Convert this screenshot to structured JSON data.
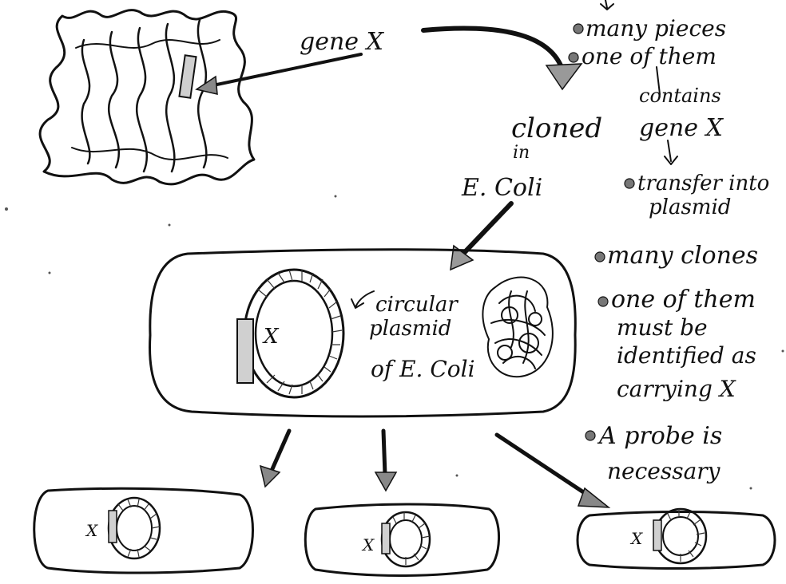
{
  "labels": {
    "gene_x": "gene X",
    "cloned": "cloned",
    "in": "in",
    "e_coli": "E. Coli",
    "circular": "circular",
    "plasmid": "plasmid",
    "of_e_coli": "of E. Coli",
    "x_main": "X",
    "x_a": "X",
    "x_b": "X",
    "x_c": "X"
  },
  "notes": [
    "many pieces",
    "one of them",
    "contains",
    "gene X",
    "transfer into",
    "plasmid",
    "many clones",
    "one of them",
    "must be",
    "identified as",
    "carrying X",
    "A probe is",
    "necessary"
  ]
}
